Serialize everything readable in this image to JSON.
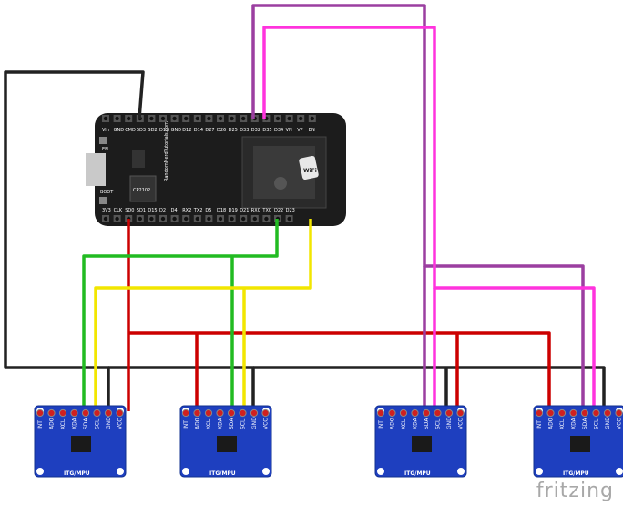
{
  "board": {
    "top_pins": [
      "Vin",
      "GND",
      "CMD",
      "SD3",
      "SD2",
      "D13",
      "GND",
      "D12",
      "D14",
      "D27",
      "D26",
      "D25",
      "D33",
      "D32",
      "D35",
      "D34",
      "VN",
      "VP",
      "EN"
    ],
    "bottom_pins": [
      "3V3",
      "CLK",
      "SD0",
      "SD1",
      "D15",
      "D2",
      "D4",
      "RX2",
      "TX2",
      "D5",
      "D18",
      "D19",
      "D21",
      "RX0",
      "TX0",
      "D22",
      "D23"
    ],
    "chip_label": "CP2102",
    "wifi_label": "WiFi",
    "side_labels": [
      "EN",
      "BOOT"
    ],
    "website_label": "RandomNerdTutorials.com"
  },
  "modules": [
    {
      "label": "ITG/MPU",
      "pins": [
        "INT",
        "AD0",
        "XCL",
        "XDA",
        "SDA",
        "SCL",
        "GND",
        "VCC"
      ]
    },
    {
      "label": "ITG/MPU",
      "pins": [
        "INT",
        "AD0",
        "XCL",
        "XDA",
        "SDA",
        "SCL",
        "GND",
        "VCC"
      ]
    },
    {
      "label": "ITG/MPU",
      "pins": [
        "INT",
        "AD0",
        "XCL",
        "XDA",
        "SDA",
        "SCL",
        "GND",
        "VCC"
      ]
    },
    {
      "label": "ITG/MPU",
      "pins": [
        "INT",
        "AD0",
        "XCL",
        "XDA",
        "SDA",
        "SCL",
        "GND",
        "VCC"
      ]
    }
  ],
  "wire_colors": {
    "gnd": "#222222",
    "vcc": "#cc0000",
    "sda": "#22bb22",
    "scl": "#f2e600",
    "sda2": "#9b3fa0",
    "scl2": "#ff33dd"
  },
  "footer": {
    "brand": "fritzing"
  }
}
